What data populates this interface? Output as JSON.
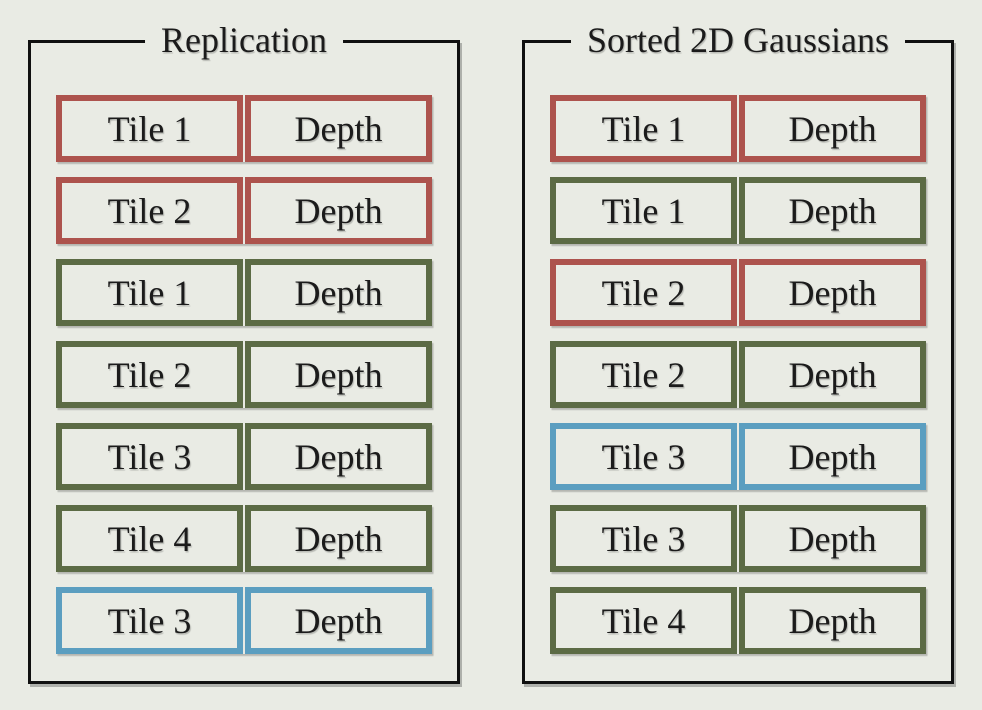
{
  "figure": {
    "background_color": "#e9ebe4",
    "frame_color": "#101010",
    "text_color": "#1b1b1b",
    "row_colors": {
      "red": "#ad534d",
      "green": "#5c6b45",
      "blue": "#5b9ec0"
    },
    "panels": [
      {
        "title": "Replication",
        "rows": [
          {
            "tile": "Tile 1",
            "depth": "Depth",
            "color": "red"
          },
          {
            "tile": "Tile 2",
            "depth": "Depth",
            "color": "red"
          },
          {
            "tile": "Tile 1",
            "depth": "Depth",
            "color": "green"
          },
          {
            "tile": "Tile 2",
            "depth": "Depth",
            "color": "green"
          },
          {
            "tile": "Tile 3",
            "depth": "Depth",
            "color": "green"
          },
          {
            "tile": "Tile 4",
            "depth": "Depth",
            "color": "green"
          },
          {
            "tile": "Tile 3",
            "depth": "Depth",
            "color": "blue"
          }
        ]
      },
      {
        "title": "Sorted 2D Gaussians",
        "rows": [
          {
            "tile": "Tile 1",
            "depth": "Depth",
            "color": "red"
          },
          {
            "tile": "Tile 1",
            "depth": "Depth",
            "color": "green"
          },
          {
            "tile": "Tile 2",
            "depth": "Depth",
            "color": "red"
          },
          {
            "tile": "Tile 2",
            "depth": "Depth",
            "color": "green"
          },
          {
            "tile": "Tile 3",
            "depth": "Depth",
            "color": "blue"
          },
          {
            "tile": "Tile 3",
            "depth": "Depth",
            "color": "green"
          },
          {
            "tile": "Tile 4",
            "depth": "Depth",
            "color": "green"
          }
        ]
      }
    ]
  }
}
